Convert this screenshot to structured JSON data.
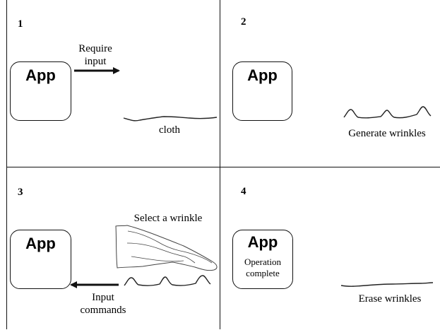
{
  "panels": [
    {
      "step": "1",
      "app_label": "App",
      "arrow_label": "Require input",
      "arrow_label_lines": [
        "Require",
        "input"
      ],
      "cloth_label": "cloth"
    },
    {
      "step": "2",
      "app_label": "App",
      "cloth_label": "Generate wrinkles"
    },
    {
      "step": "3",
      "app_label": "App",
      "hand_label": "Select a wrinkle",
      "arrow_label_lines": [
        "Input",
        "commands"
      ]
    },
    {
      "step": "4",
      "app_label": "App",
      "status_lines": [
        "Operation",
        "complete"
      ],
      "cloth_label": "Erase wrinkles"
    }
  ],
  "colors": {
    "line": "#111111",
    "background": "#ffffff"
  }
}
